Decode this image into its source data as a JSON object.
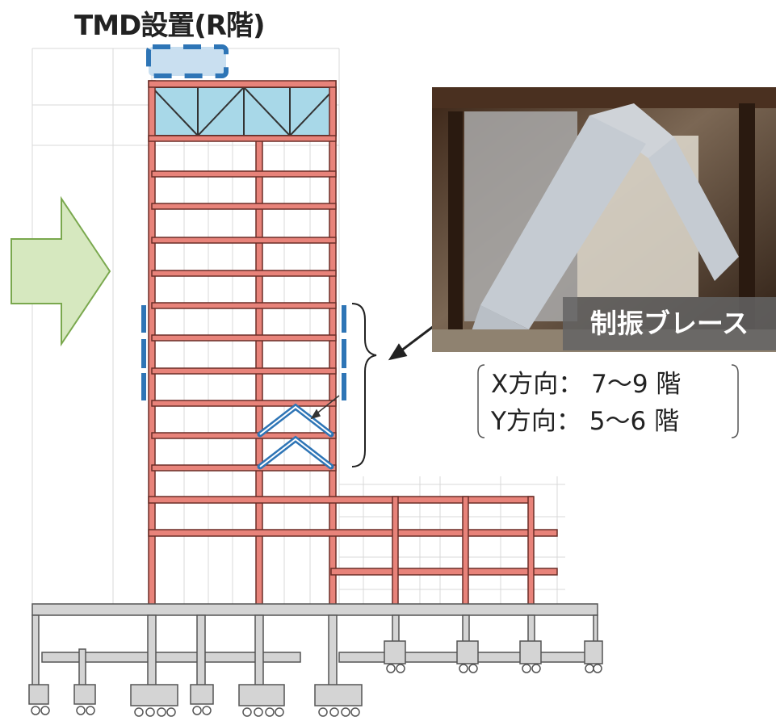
{
  "labels": {
    "tmd_title": "TMD設置(R階)",
    "photo_caption": "制振ブレース",
    "direction_x": "X方向： 7～9 階",
    "direction_y": "Y方向： 5～6 階"
  },
  "colors": {
    "frame_red": "#e8837a",
    "frame_outline": "#6b2e28",
    "top_panel_blue": "#a8d8e8",
    "damper_blue": "#2e75b6",
    "arrow_green_fill": "#d6e8bf",
    "arrow_green_stroke": "#7aa84e",
    "foundation_gray": "#d4d4d4",
    "grid_gray": "#cfcfcf"
  },
  "icons": {
    "large_arrow": "right-arrow-icon",
    "pointer_arrow": "diagonal-arrow-icon"
  }
}
